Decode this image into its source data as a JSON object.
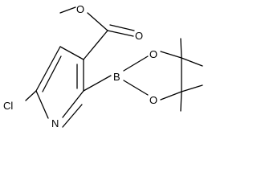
{
  "molecule": {
    "atoms": {
      "chlorine": "Cl",
      "ring_nitrogen": "N",
      "boron": "B",
      "boronate_oxygen_upper": "O",
      "boronate_oxygen_lower": "O",
      "ester_carbonyl_oxygen": "O",
      "ester_ether_oxygen": "O"
    },
    "colors": {
      "bond": "#000000",
      "label": "#000000",
      "background": "#ffffff"
    }
  }
}
